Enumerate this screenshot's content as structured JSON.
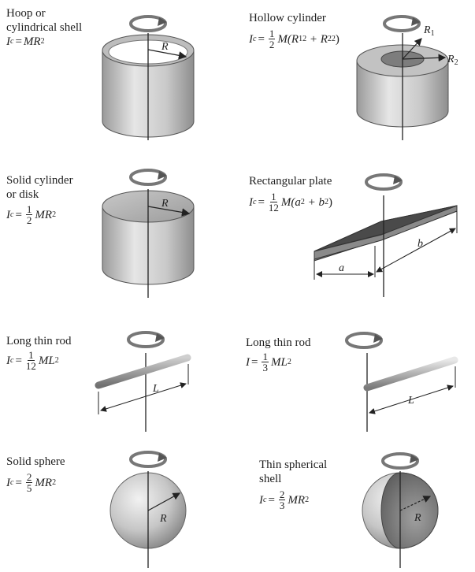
{
  "panels": {
    "hoop": {
      "title_line1": "Hoop or",
      "title_line2": "cylindrical shell",
      "formula_lhs": "I",
      "formula_sub": "c",
      "formula_eq": "=",
      "formula_rhs": "MR",
      "formula_exp": "2",
      "label_r": "R"
    },
    "hollow": {
      "title": "Hollow cylinder",
      "formula_lhs": "I",
      "formula_sub": "c",
      "formula_eq": "=",
      "frac_num": "1",
      "frac_den": "2",
      "formula_rhs": "M(R",
      "r1_sub": "1",
      "exp1": "2",
      "plus": " + R",
      "r2_sub": "2",
      "exp2": "2",
      "close": ")",
      "label_r1": "R",
      "label_r1_sub": "1",
      "label_r2": "R",
      "label_r2_sub": "2"
    },
    "solid_cyl": {
      "title_line1": "Solid cylinder",
      "title_line2": "or disk",
      "formula_lhs": "I",
      "formula_sub": "c",
      "formula_eq": "=",
      "frac_num": "1",
      "frac_den": "2",
      "formula_rhs": "MR",
      "formula_exp": "2",
      "label_r": "R"
    },
    "plate": {
      "title": "Rectangular plate",
      "formula_lhs": "I",
      "formula_sub": "c",
      "formula_eq": "=",
      "frac_num": "1",
      "frac_den": "12",
      "formula_rhs": "M(a",
      "exp1": "2",
      "plus": " + b",
      "exp2": "2",
      "close": ")",
      "label_a": "a",
      "label_b": "b"
    },
    "rod_center": {
      "title": "Long thin rod",
      "formula_lhs": "I",
      "formula_sub": "c",
      "formula_eq": "=",
      "frac_num": "1",
      "frac_den": "12",
      "formula_rhs": "ML",
      "formula_exp": "2",
      "label_l": "L"
    },
    "rod_end": {
      "title": "Long thin rod",
      "formula_lhs": "I",
      "formula_eq": "=",
      "frac_num": "1",
      "frac_den": "3",
      "formula_rhs": "ML",
      "formula_exp": "2",
      "label_l": "L"
    },
    "sphere": {
      "title": "Solid sphere",
      "formula_lhs": "I",
      "formula_sub": "c",
      "formula_eq": "=",
      "frac_num": "2",
      "frac_den": "5",
      "formula_rhs": "MR",
      "formula_exp": "2",
      "label_r": "R"
    },
    "shell": {
      "title_line1": "Thin spherical",
      "title_line2": "shell",
      "formula_lhs": "I",
      "formula_sub": "c",
      "formula_eq": "=",
      "frac_num": "2",
      "frac_den": "3",
      "formula_rhs": "MR",
      "formula_exp": "2",
      "label_r": "R"
    }
  }
}
